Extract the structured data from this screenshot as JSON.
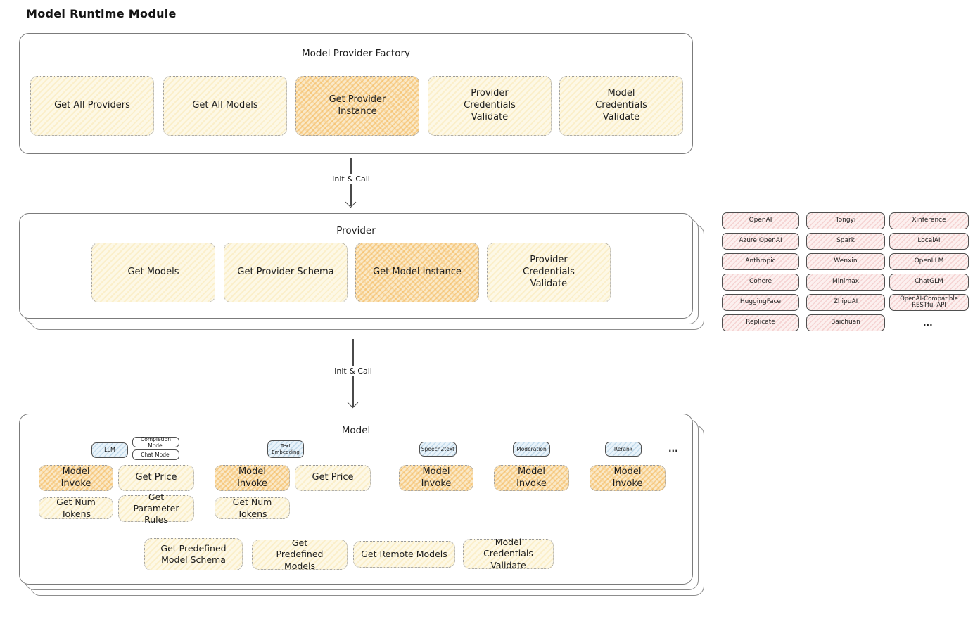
{
  "page_title": "Model Runtime Module",
  "labels": {
    "init_call": "Init & Call",
    "more": "..."
  },
  "colors": {
    "yellow_fill": "#fdf8e6",
    "orange_highlight": "#f2a633",
    "pink_fill": "#fcf0ef",
    "blue_fill": "#e9f3fa",
    "border_gray": "#7b7b7b",
    "text": "#1c1c1c"
  },
  "factory": {
    "title": "Model Provider Factory",
    "methods": [
      {
        "label": "Get All Providers",
        "highlight": false
      },
      {
        "label": "Get All Models",
        "highlight": false
      },
      {
        "label": "Get Provider Instance",
        "highlight": true
      },
      {
        "label": "Provider Credentials Validate",
        "highlight": false
      },
      {
        "label": "Model Credentials Validate",
        "highlight": false
      }
    ]
  },
  "provider": {
    "title": "Provider",
    "methods": [
      {
        "label": "Get Models",
        "highlight": false
      },
      {
        "label": "Get Provider Schema",
        "highlight": false
      },
      {
        "label": "Get Model Instance",
        "highlight": true
      },
      {
        "label": "Provider Credentials Validate",
        "highlight": false
      }
    ]
  },
  "providers_grid": {
    "list": [
      "OpenAI",
      "Tongyi",
      "Xinference",
      "Azure OpenAI",
      "Spark",
      "LocalAI",
      "Anthropic",
      "Wenxin",
      "OpenLLM",
      "Cohere",
      "Minimax",
      "ChatGLM",
      "HuggingFace",
      "ZhipuAI",
      "OpenAI-Compatible RESTful API",
      "Replicate",
      "Baichuan"
    ],
    "more": "..."
  },
  "model": {
    "title": "Model",
    "types": [
      {
        "label": "LLM"
      },
      {
        "label": "Completion Model"
      },
      {
        "label": "Chat Model"
      },
      {
        "label": "Text Embedding"
      },
      {
        "label": "Speech2text"
      },
      {
        "label": "Moderation"
      },
      {
        "label": "Rerank"
      }
    ],
    "types_more": "...",
    "row1": [
      {
        "label": "Model Invoke",
        "highlight": true
      },
      {
        "label": "Get Price",
        "highlight": false
      },
      {
        "label": "Model Invoke",
        "highlight": true
      },
      {
        "label": "Get Price",
        "highlight": false
      },
      {
        "label": "Model Invoke",
        "highlight": true
      },
      {
        "label": "Model Invoke",
        "highlight": true
      },
      {
        "label": "Model Invoke",
        "highlight": true
      }
    ],
    "row2": [
      {
        "label": "Get Num Tokens"
      },
      {
        "label": "Get Parameter Rules"
      },
      {
        "label": "Get Num Tokens"
      }
    ],
    "row3": [
      {
        "label": "Get Predefined Model Schema"
      },
      {
        "label": "Get Predefined Models"
      },
      {
        "label": "Get Remote Models"
      },
      {
        "label": "Model Credentials Validate"
      }
    ]
  }
}
